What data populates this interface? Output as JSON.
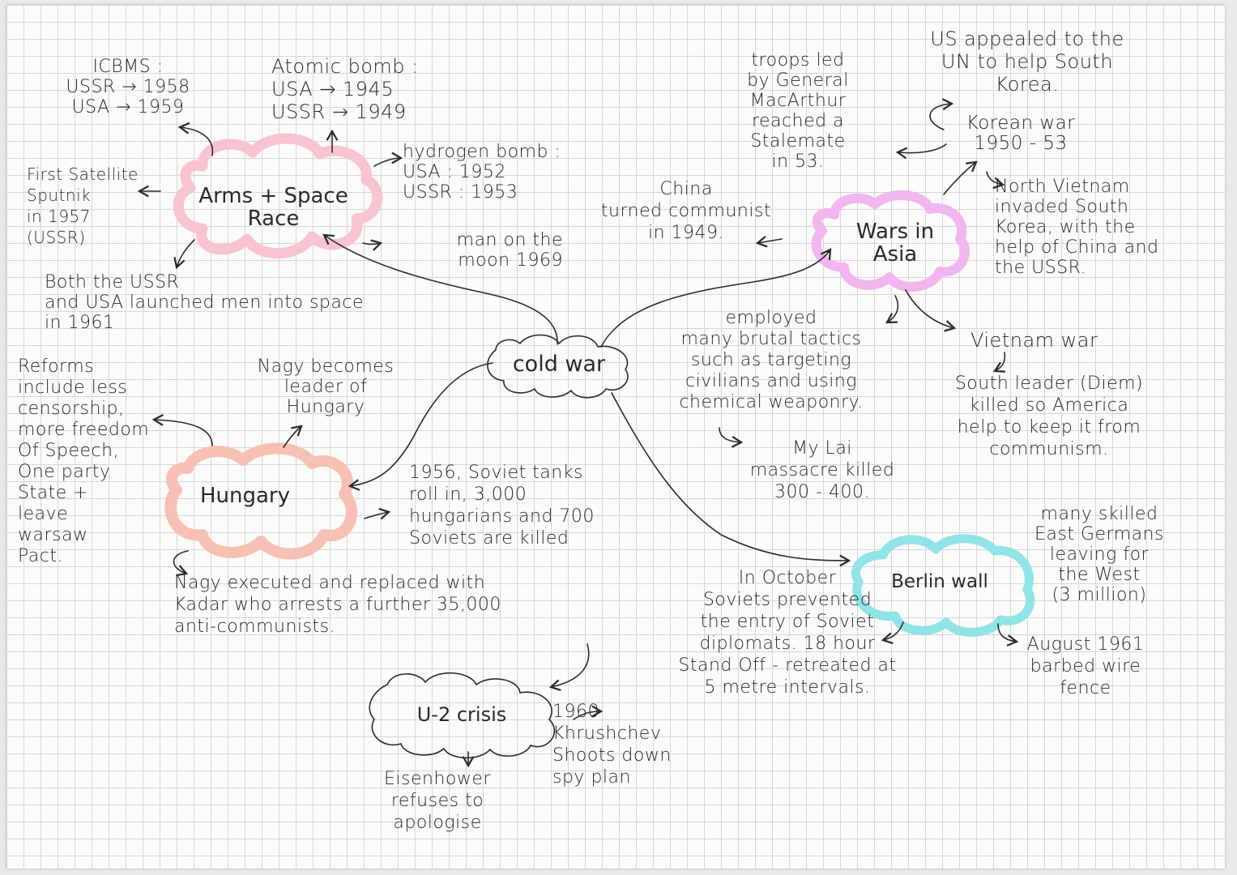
{
  "colors": {
    "ink": "#2a2a2a",
    "arms_race_cloud": "#f7c4cf",
    "hungary_cloud": "#f7c0b4",
    "wars_asia_cloud": "#f2b6ee",
    "berlin_cloud": "#8fe4e6",
    "u2_cloud": "#2a2a2a"
  },
  "center": {
    "label": "cold war"
  },
  "arms_race": {
    "label": "Arms + Space\nRace",
    "icbms": "ICBMS :\nUSSR → 1958\nUSA → 1959",
    "atomic": "Atomic bomb :\nUSA → 1945\nUSSR → 1949",
    "hydrogen": "hydrogen bomb :\nUSA : 1952\nUSSR : 1953",
    "satellite": "First Satellite\nSputnik\nin 1957\n(USSR)",
    "moon": "man on the\nmoon 1969",
    "space": "Both the USSR\nand USA launched men into space\nin 1961"
  },
  "hungary": {
    "label": "Hungary",
    "reforms": "Reforms\ninclude less\ncensorship,\nmore freedom\nOf Speech,\nOne party\nState +\nleave\nwarsaw\nPact.",
    "nagy_leader": "Nagy becomes\nleader of\nHungary",
    "tanks": "1956, Soviet tanks\nroll in, 3,000\nhungarians and 700\nSoviets are killed",
    "executed": "Nagy executed and replaced with\nKadar who arrests a further 35,000\nanti-communists."
  },
  "u2": {
    "label": "U-2 crisis",
    "shoots": "1960\nKhrushchev\nShoots down\nspy plan",
    "eisenhower": "Eisenhower\nrefuses to\napologise"
  },
  "wars_asia": {
    "label": "Wars in\nAsia",
    "china": "China\nturned communist\nin 1949.",
    "troops": "troops led\nby General\nMacArthur\nreached a\nStalemate\nin 53.",
    "us_appealed": "US appealed to the\nUN to help South\nKorea.",
    "korean_war": "Korean war\n1950 - 53",
    "north_vietnam": "North Vietnam\ninvaded South\nKorea, with the\nhelp of China and\nthe USSR.",
    "tactics": "employed\nmany brutal tactics\nsuch as targeting\ncivilians and using\nchemical weaponry.",
    "my_lai": "My Lai\nmassacre killed\n300 - 400.",
    "vietnam_war": "Vietnam war",
    "diem": "South leader (Diem)\nkilled so America\nhelp to keep it from\ncommunism."
  },
  "berlin": {
    "label": "Berlin wall",
    "october": "In October\nSoviets prevented\nthe entry of Soviet\ndiplomats. 18 hour\nStand Off - retreated at\n5 metre intervals.",
    "skilled": "many skilled\nEast Germans\nleaving for\nthe West\n(3 million)",
    "august": "August 1961\nbarbed wire\nfence"
  }
}
